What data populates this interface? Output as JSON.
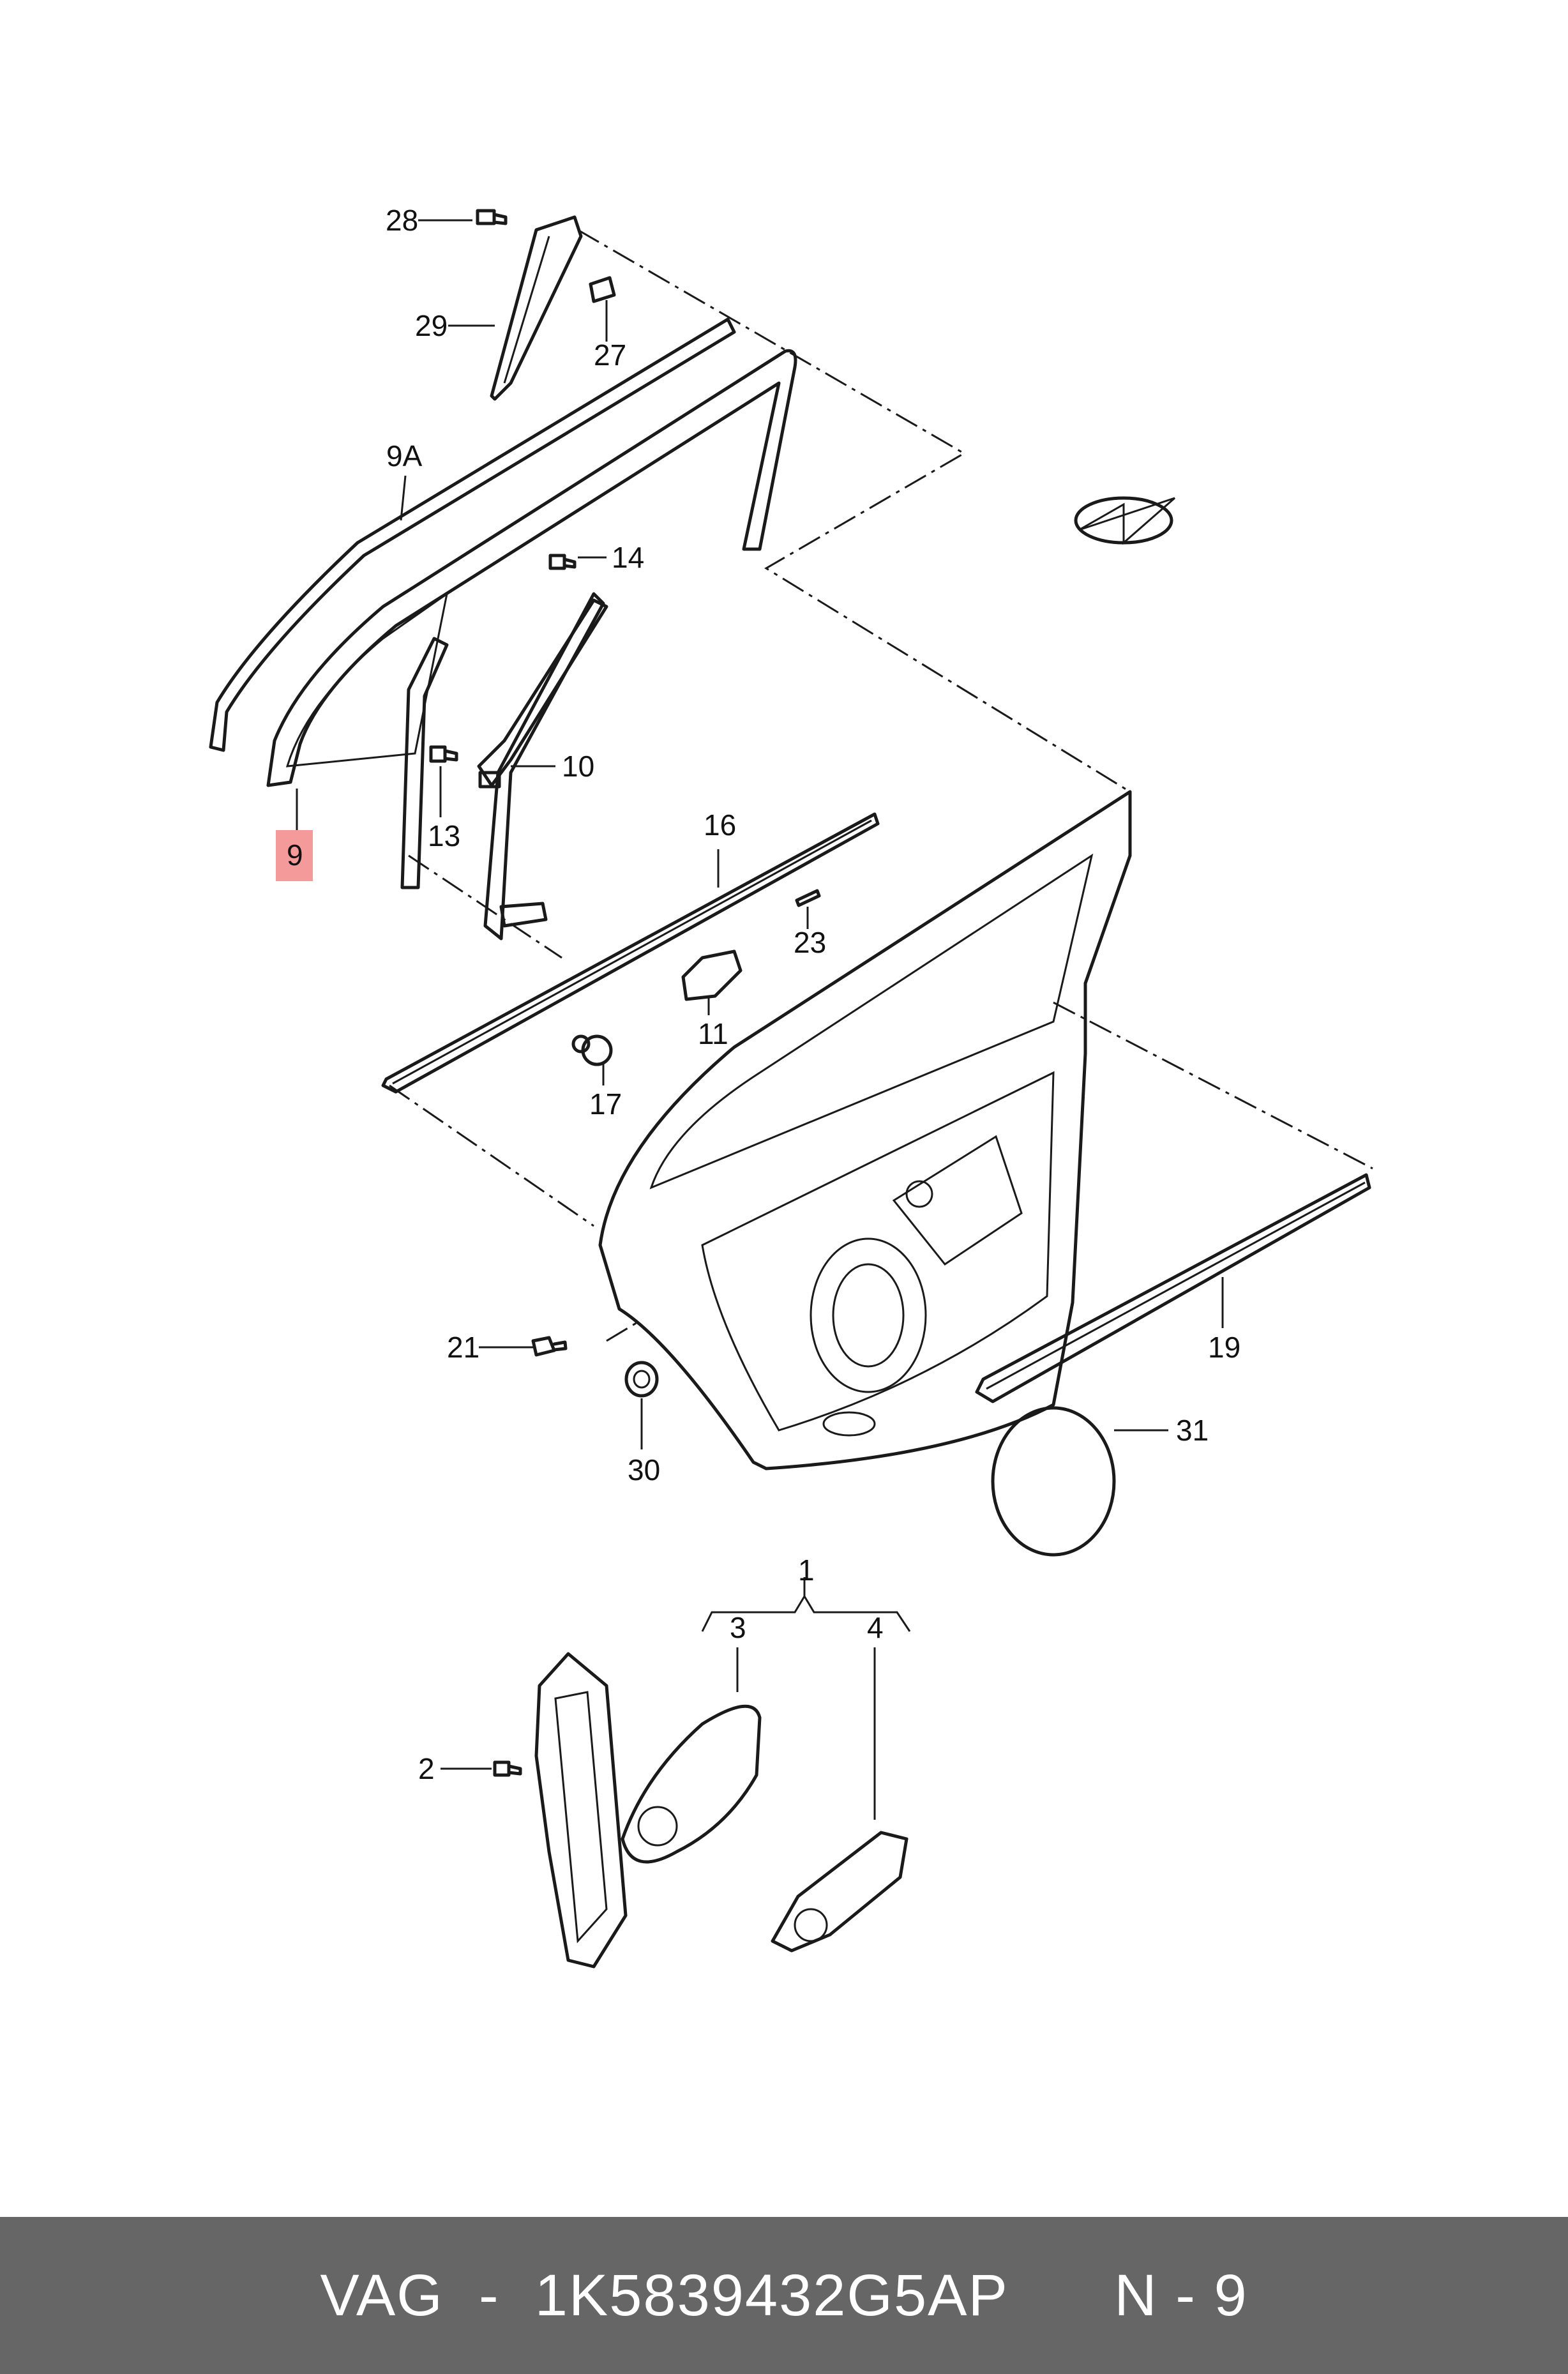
{
  "callouts": {
    "p1": "1",
    "p2": "2",
    "p3": "3",
    "p4": "4",
    "p9": "9",
    "p9a": "9A",
    "p10": "10",
    "p11": "11",
    "p13": "13",
    "p14": "14",
    "p16": "16",
    "p17": "17",
    "p19": "19",
    "p21": "21",
    "p23": "23",
    "p27": "27",
    "p28": "28",
    "p29": "29",
    "p30": "30",
    "p31": "31"
  },
  "highlight": {
    "part": "9",
    "color": "#f49a9a"
  },
  "footer": {
    "brand": "VAG",
    "sep": "-",
    "part_number": "1K5839432G5AP",
    "position": "N - 9"
  },
  "colors": {
    "footer_bg": "#666666",
    "line": "#1a1a1a"
  }
}
